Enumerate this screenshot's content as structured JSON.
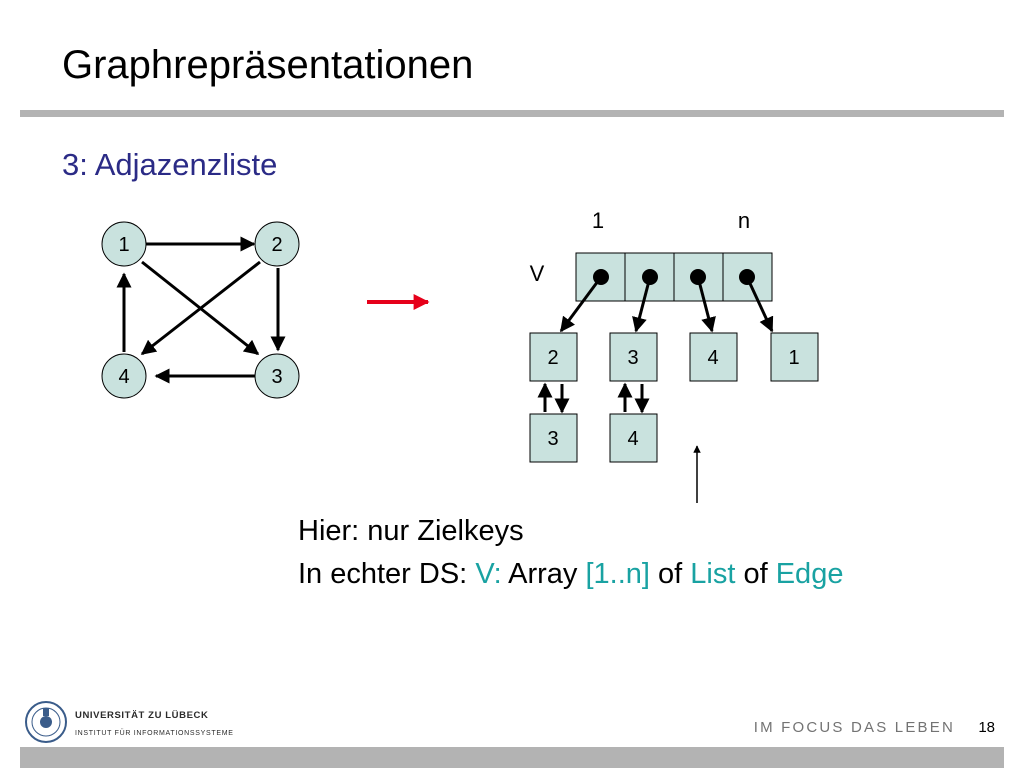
{
  "slide": {
    "title": "Graphrepräsentationen",
    "subtitle": "3: Adjazenzliste",
    "page_number": "18"
  },
  "graph": {
    "nodes": [
      "1",
      "2",
      "4",
      "3"
    ]
  },
  "structure": {
    "index_first": "1",
    "index_last": "n",
    "array_label": "V",
    "targets": [
      "2",
      "3",
      "4",
      "1"
    ],
    "second_level": [
      "3",
      "4"
    ]
  },
  "note": {
    "line1": "Hier: nur Zielkeys",
    "line2_prefix": "In echter DS: ",
    "line2_v": "V:",
    "line2_array": " Array ",
    "line2_range": "[1..n]",
    "line2_of1": " of ",
    "line2_list": "List",
    "line2_of2": " of ",
    "line2_edge": "Edge"
  },
  "footer": {
    "university": "UNIVERSITÄT ZU LÜBECK",
    "institute": "INSTITUT FÜR INFORMATIONSSYSTEME",
    "slogan": "IM FOCUS DAS LEBEN"
  },
  "colors": {
    "subtitle": "#2b2b86",
    "highlight": "#19a2a2",
    "cell_fill": "#c9e2de",
    "rule": "#b3b3b3",
    "accent_arrow": "#e6001a",
    "footer_text": "#737373"
  }
}
